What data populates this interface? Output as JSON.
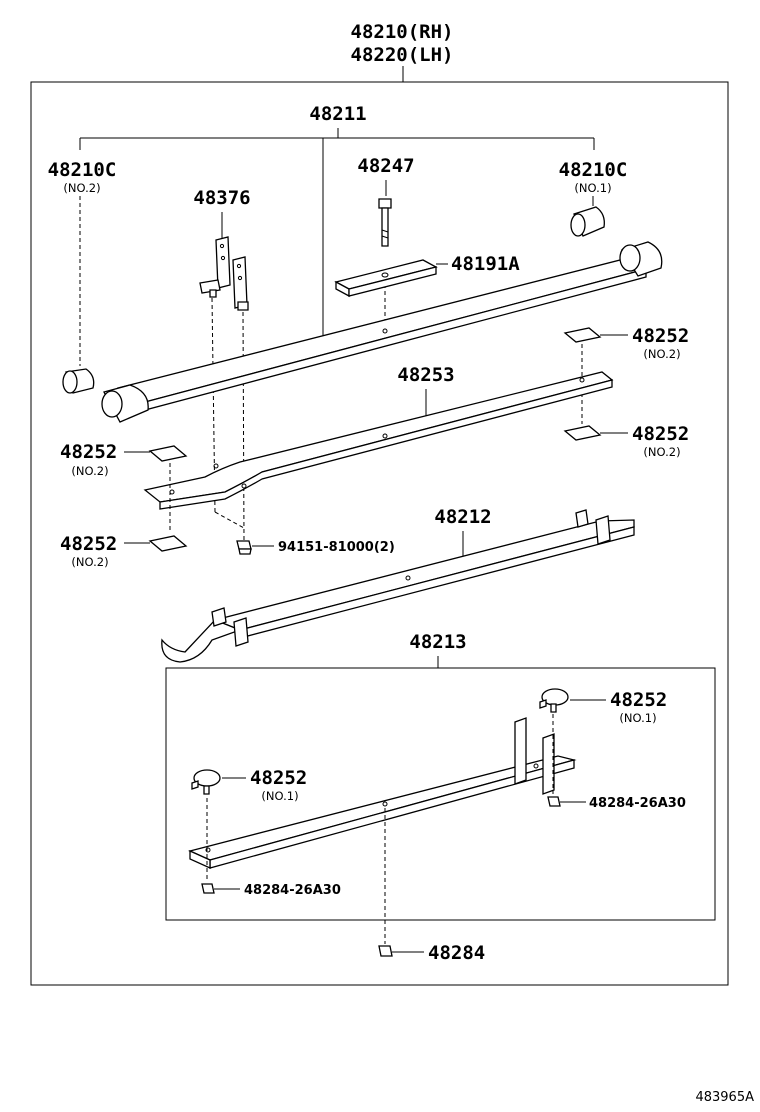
{
  "header": {
    "line1": "48210(RH)",
    "line2": "48220(LH)"
  },
  "labels": {
    "main_spring": "48211",
    "bushing_left": "48210C",
    "bushing_left_sub": "(NO.2)",
    "bushing_right": "48210C",
    "bushing_right_sub": "(NO.1)",
    "clip": "48376",
    "bolt": "48247",
    "spacer": "48191A",
    "insert_r_top": "48252",
    "insert_r_top_sub": "(NO.2)",
    "insert_r_bot": "48252",
    "insert_r_bot_sub": "(NO.2)",
    "leaf_no2": "48253",
    "insert_l_top": "48252",
    "insert_l_top_sub": "(NO.2)",
    "insert_l_bot": "48252",
    "insert_l_bot_sub": "(NO.2)",
    "bolt_code": "94151-81000(2)",
    "leaf_no3": "48212",
    "leaf_no4": "48213",
    "pad_right": "48252",
    "pad_right_sub": "(NO.1)",
    "pad_left": "48252",
    "pad_left_sub": "(NO.1)",
    "nut_right": "48284-26A30",
    "nut_left": "48284-26A30",
    "center_nut": "48284"
  },
  "footer": {
    "drawing_no": "483965A"
  }
}
